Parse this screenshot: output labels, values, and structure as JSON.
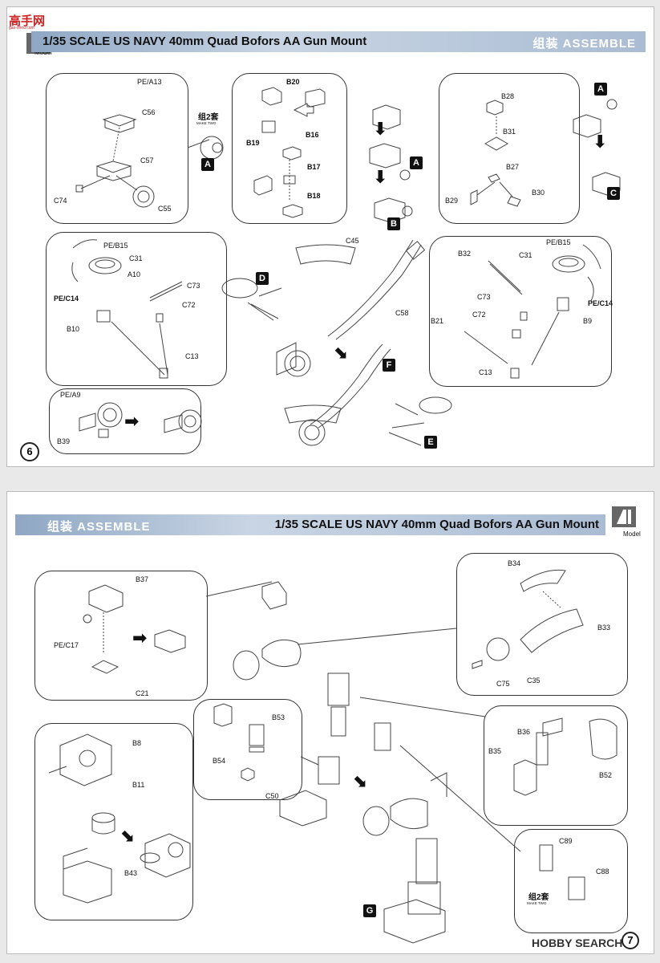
{
  "watermark_top": "高手网",
  "watermark_top_url": "gao-shou.com",
  "watermark_bottom": "HOBBY SEARCH",
  "brand_small": "Model",
  "page6": {
    "title": "1/35 SCALE US NAVY 40mm Quad Bofors AA Gun Mount",
    "section": "组装 ASSEMBLE",
    "page_number": "6",
    "make_two": "组2套",
    "make_two_en": "MAKE TWO",
    "parts": [
      "PE/A13",
      "C56",
      "C57",
      "C74",
      "C55",
      "B20",
      "B19",
      "B16",
      "B17",
      "B18",
      "B28",
      "B31",
      "B27",
      "B29",
      "B30",
      "PE/B15",
      "C31",
      "A10",
      "C73",
      "C72",
      "PE/C14",
      "B10",
      "C13",
      "C45",
      "C58",
      "B32",
      "C31",
      "PE/B15",
      "C73",
      "C72",
      "B21",
      "B9",
      "PE/C14",
      "C13",
      "PE/A9",
      "B39"
    ],
    "tags": [
      "A",
      "A",
      "B",
      "A",
      "C",
      "D",
      "F",
      "E"
    ]
  },
  "page7": {
    "title": "1/35 SCALE US NAVY 40mm Quad Bofors AA Gun Mount",
    "section": "组装 ASSEMBLE",
    "page_number": "7",
    "make_two": "组2套",
    "make_two_en": "MAKE TWO",
    "parts": [
      "B37",
      "PE/C17",
      "C21",
      "B34",
      "B33",
      "C75",
      "C35",
      "B53",
      "B54",
      "C50",
      "B8",
      "B11",
      "B43",
      "B36",
      "B35",
      "B52",
      "C89",
      "C88"
    ],
    "tags": [
      "G"
    ]
  }
}
